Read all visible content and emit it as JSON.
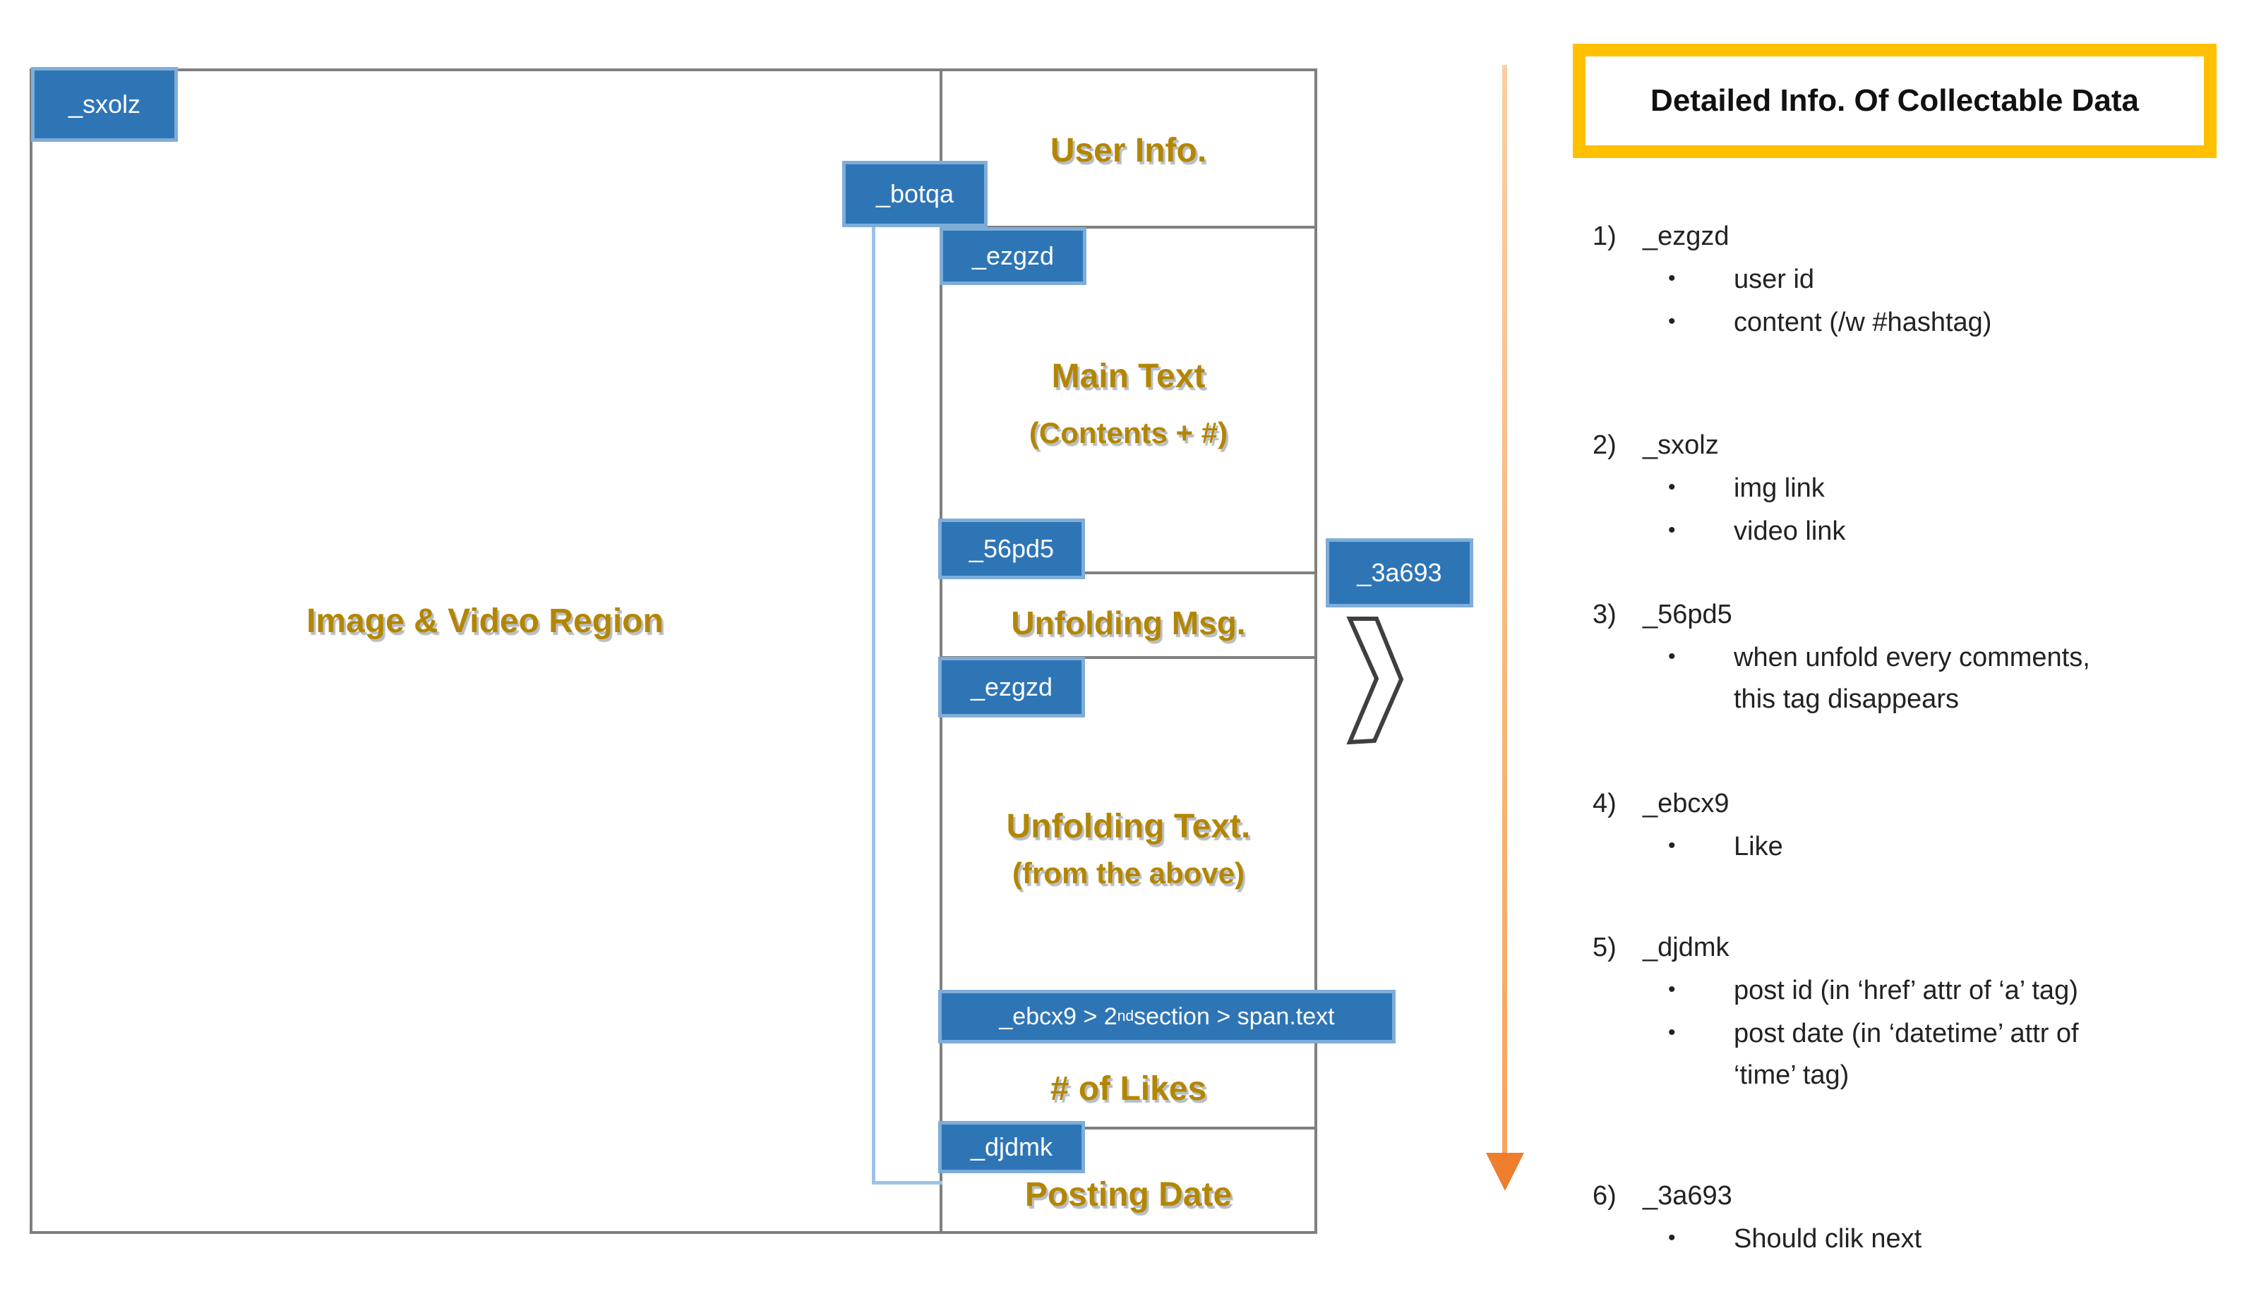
{
  "diagram": {
    "image_region_label": "Image & Video Region",
    "sections": {
      "user_info": "User Info.",
      "main_text": "Main Text",
      "main_text_sub": "(Contents + #)",
      "unfolding_msg": "Unfolding Msg.",
      "unfolding_text": "Unfolding Text.",
      "unfolding_text_sub": "(from the above)",
      "likes": "# of Likes",
      "posting_date": "Posting Date"
    },
    "tags": {
      "sxolz": "_sxolz",
      "botqa": "_botqa",
      "ezgzd_top": "_ezgzd",
      "pd56": "_56pd5",
      "ezgzd_mid": "_ezgzd",
      "a3693": "_3a693",
      "ebcx9_prefix": "_ebcx9 > 2",
      "ebcx9_sup": "nd",
      "ebcx9_suffix": " section > span.text",
      "djdmk": "_djdmk"
    }
  },
  "panel": {
    "title": "Detailed Info. Of Collectable Data",
    "bullet_char": "•",
    "items": [
      {
        "num": "1)",
        "tag": "_ezgzd",
        "bullets": [
          "user id",
          "content (/w #hashtag)"
        ]
      },
      {
        "num": "2)",
        "tag": "_sxolz",
        "bullets": [
          "img link",
          "video link"
        ]
      },
      {
        "num": "3)",
        "tag": "_56pd5",
        "bullets": [
          "when unfold every comments,\nthis tag disappears"
        ]
      },
      {
        "num": "4)",
        "tag": "_ebcx9",
        "bullets": [
          "Like"
        ]
      },
      {
        "num": "5)",
        "tag": "_djdmk",
        "bullets": [
          "post id (in ‘href’ attr of ‘a’ tag)",
          "post date (in ‘datetime’ attr of\n‘time’ tag)"
        ]
      },
      {
        "num": "6)",
        "tag": "_3a693",
        "bullets": [
          "Should clik next"
        ]
      }
    ]
  },
  "colors": {
    "tag_blue": "#2E75B6",
    "tag_border_blue": "#7EADD9",
    "line_gray": "#7F7F7F",
    "label_gold": "#B38600",
    "connector_light_blue": "#9DC3E6",
    "title_border_orange": "#FFC000",
    "arrow_orange": "#EE7D2E"
  }
}
